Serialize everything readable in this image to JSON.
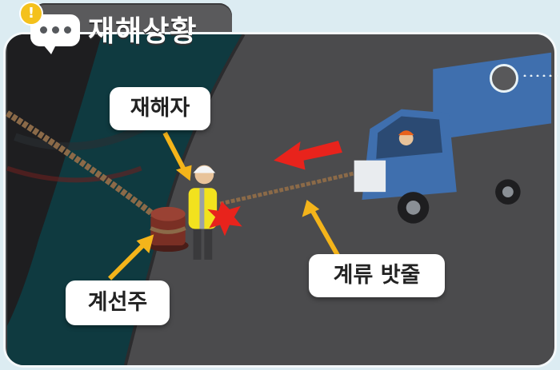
{
  "header": {
    "title": "재해상황",
    "alert_icon": "exclamation-icon",
    "bubble_icon": "chat-bubble-icon"
  },
  "labels": {
    "victim": "재해자",
    "mooring_rope": "계류 밧줄",
    "bollard": "계선주"
  },
  "colors": {
    "background": "#dcecf2",
    "ground": "#4a4a4c",
    "ship_hull": "#123f44",
    "truck": "#3f6fae",
    "arrow_yellow": "#f4b41a",
    "arrow_red": "#e8231c",
    "vest": "#f2e21e",
    "bollard": "#7a2f24"
  }
}
